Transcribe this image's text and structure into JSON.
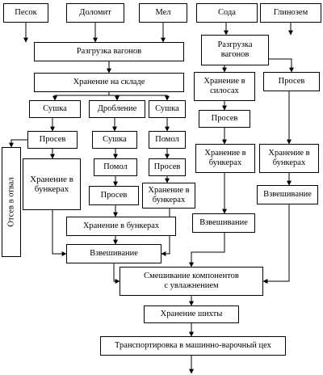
{
  "nodes": {
    "pesok": "Песок",
    "dolomit": "Доломит",
    "mel": "Мел",
    "soda": "Сода",
    "glinozem": "Глинозем",
    "razgruzka_left": "Разгрузка вагонов",
    "razgruzka_right": "Разгрузка\nвагонов",
    "hranenie_sklad": "Хранение на складе",
    "sushka_1": "Сушка",
    "droblenie": "Дробление",
    "sushka_2": "Сушка",
    "hranenie_silos": "Хранение в\nсилосах",
    "prosev_glinozem": "Просев",
    "prosev_pesok": "Просев",
    "sushka_dolomit": "Сушка",
    "pomol_mel": "Помол",
    "prosev_soda": "Просев",
    "otsev": "Отсев в отвал",
    "hranenie_bunk_pesok": "Хранение в\nбункерах",
    "pomol_dolomit": "Помол",
    "prosev_mel": "Просев",
    "hranenie_bunk_soda": "Хранение в\nбункерах",
    "hranenie_bunk_glinozem": "Хранение в\nбункерах",
    "prosev_dolomit": "Просев",
    "hranenie_bunk_mel": "Хранение в\nбункерах",
    "vzvesh_glinozem": "Взвешивание",
    "hranenie_bunk_dolomit": "Хранение в бункерах",
    "vzvesh_soda": "Взвешивание",
    "vzvesh_main": "Взвешивание",
    "smeshivanie": "Смешивание компонентов\nс увлажнением",
    "hranenie_shikhty": "Хранение шихты",
    "transport": "Транспортировка в машинно-варочный цех"
  }
}
